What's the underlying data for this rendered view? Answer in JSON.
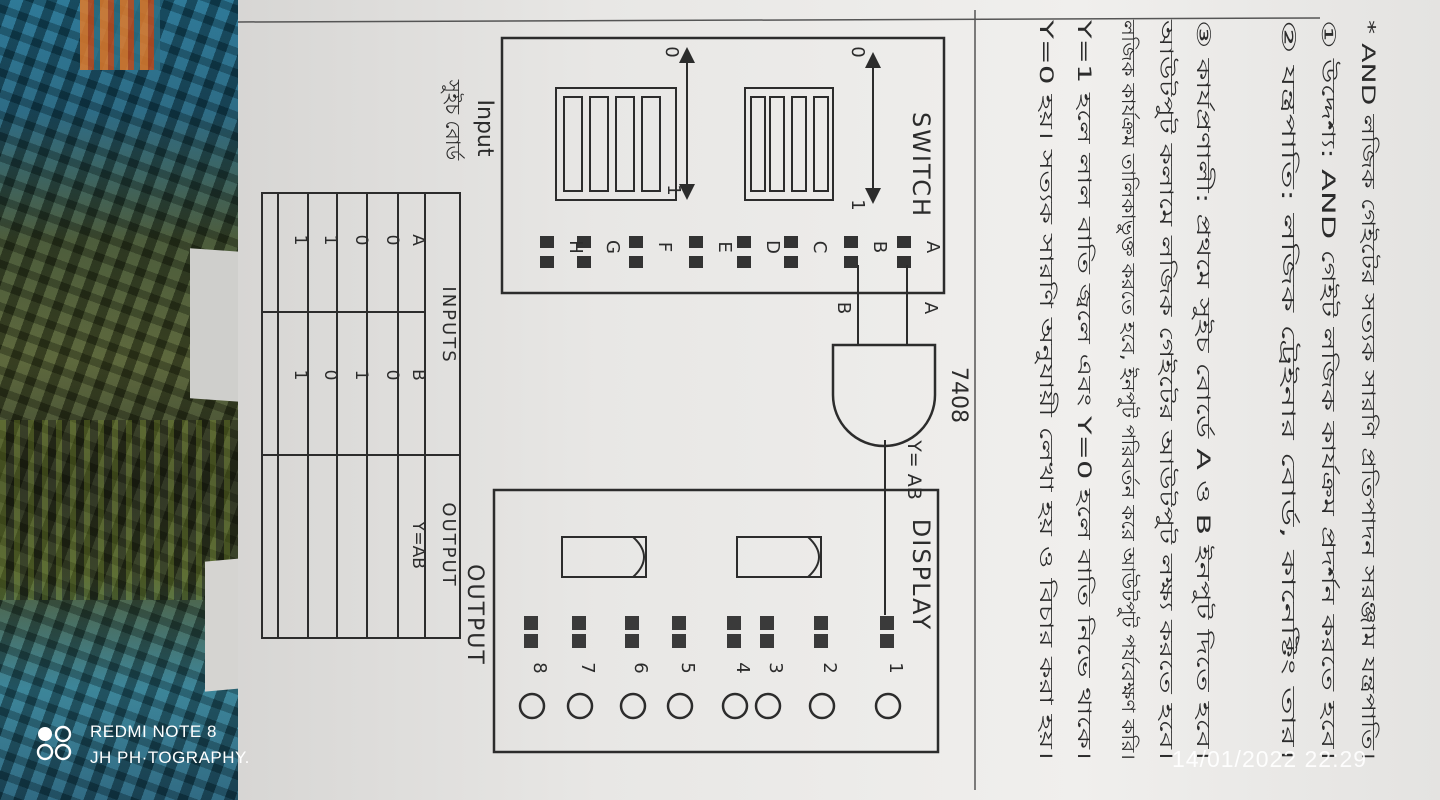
{
  "watermark": {
    "device": "REDMI NOTE 8",
    "credit": "JH PH·TOGRAPHY.",
    "timestamp": "14/01/2022 22:29"
  },
  "diagram": {
    "switch_label": "SWITCH",
    "display_label": "DISPLAY",
    "output_label": "OUTPUT",
    "input_label": "Input",
    "input_note": "সুইচ বোর্ড",
    "chip_label": "7408",
    "gate_output_expr": "Y= AB",
    "wire_a": "A",
    "wire_b": "B",
    "switch_end_top": "0",
    "switch_end_bottom": "1",
    "switch_pins": [
      "A",
      "B",
      "C",
      "D",
      "E",
      "F",
      "G",
      "H"
    ],
    "display_leds": [
      "1",
      "2",
      "3",
      "4",
      "5",
      "6",
      "7",
      "8"
    ]
  },
  "truth_table": {
    "inputs_header": "INPUTS",
    "output_header": "OUTPUT",
    "columns": [
      "A",
      "B",
      "Y=AB"
    ],
    "rows": [
      [
        "0",
        "0",
        ""
      ],
      [
        "0",
        "1",
        ""
      ],
      [
        "1",
        "0",
        ""
      ],
      [
        "1",
        "1",
        ""
      ]
    ]
  },
  "notes": [
    "* AND লজিক গেইটের সত্যক সারণি প্রতিপাদন সরঞ্জাম যন্ত্রপাতি।",
    "① উদ্দেশ্য: AND গেইট লজিক কার্যক্রম প্রদর্শন করতে হবে।",
    "② যন্ত্রপাতি: লজিক ট্রেইনার বোর্ড, কানেক্টিং তার।",
    "③ কার্যপ্রণালী: প্রথমে সুইচ বোর্ডে A ও B ইনপুট দিতে হবে।",
    "আউটপুট কলামে লজিক গেইটের আউটপুট লক্ষ্য করতে হবে।",
    "লজিক কার্যক্রম তালিকাভুক্ত করতে হবে, ইনপুট পরিবর্তন করে আউটপুট পর্যবেক্ষণ করি।",
    "Y=1 হলে লাল বাতি জ্বলে এবং Y=0 হলে বাতি নিভে থাকে।",
    "Y=0 হয়। সত্যক সারণি অনুযায়ী লেখা হয় ও বিচার করা হয়।"
  ]
}
